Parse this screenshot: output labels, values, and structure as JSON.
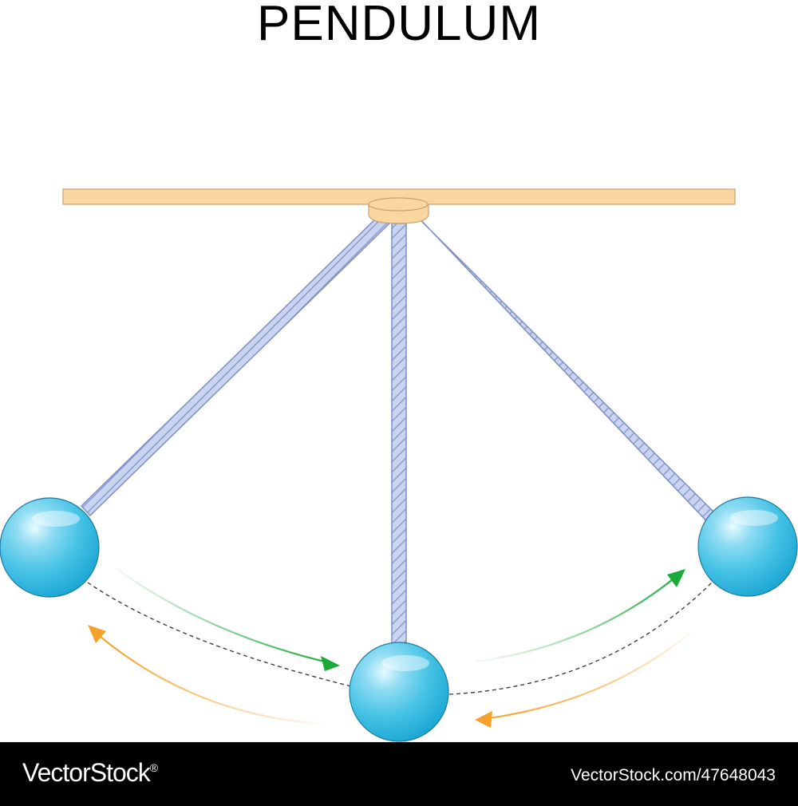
{
  "diagram": {
    "title": "PENDULUM"
  },
  "colors": {
    "beam_fill": "#fad7a0",
    "beam_stroke": "#c8a070",
    "rope_fill": "#c8d4f0",
    "rope_stroke": "#7e8fc4",
    "bob_light": "#c8f0fb",
    "bob_mid": "#5ccbeb",
    "bob_dark": "#19a6d2",
    "bob_stroke": "#1d7aa0",
    "arrow_right": "#1aaa3a",
    "arrow_left": "#f5a02a",
    "path_dashed": "#333333"
  },
  "watermark": {
    "brand": "VectorStock",
    "brand_mark": "®",
    "stock_id": "VectorStock.com/47648043"
  }
}
